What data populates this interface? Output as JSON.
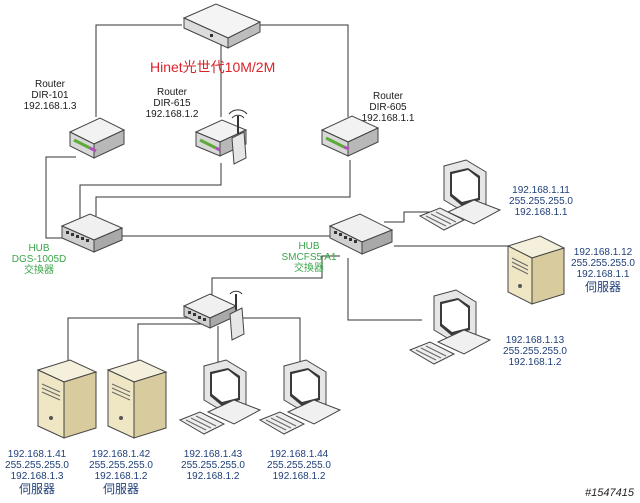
{
  "title": "Hinet光世代10M/2M",
  "routers": [
    {
      "kind": "Router",
      "model": "DIR-101",
      "ip": "192.168.1.3"
    },
    {
      "kind": "Router",
      "model": "DIR-615",
      "ip": "192.168.1.2"
    },
    {
      "kind": "Router",
      "model": "DIR-605",
      "ip": "192.168.1.1"
    }
  ],
  "hubs": [
    {
      "kind": "HUB",
      "model": "DGS-1005D",
      "desc": "交換器"
    },
    {
      "kind": "HUB",
      "model": "SMCFS5 A1",
      "desc": "交換器"
    }
  ],
  "hosts": [
    {
      "ip": "192.168.1.11",
      "mask": "255.255.255.0",
      "gw": "192.168.1.1",
      "role": ""
    },
    {
      "ip": "192.168.1.12",
      "mask": "255.255.255.0",
      "gw": "192.168.1.1",
      "role": "伺服器"
    },
    {
      "ip": "192.168.1.13",
      "mask": "255.255.255.0",
      "gw": "192.168.1.2",
      "role": ""
    },
    {
      "ip": "192.168.1.41",
      "mask": "255.255.255.0",
      "gw": "192.168.1.3",
      "role": "伺服器"
    },
    {
      "ip": "192.168.1.42",
      "mask": "255.255.255.0",
      "gw": "192.168.1.2",
      "role": "伺服器"
    },
    {
      "ip": "192.168.1.43",
      "mask": "255.255.255.0",
      "gw": "192.168.1.2",
      "role": ""
    },
    {
      "ip": "192.168.1.44",
      "mask": "255.255.255.0",
      "gw": "192.168.1.2",
      "role": ""
    }
  ],
  "watermark": "#1547415"
}
